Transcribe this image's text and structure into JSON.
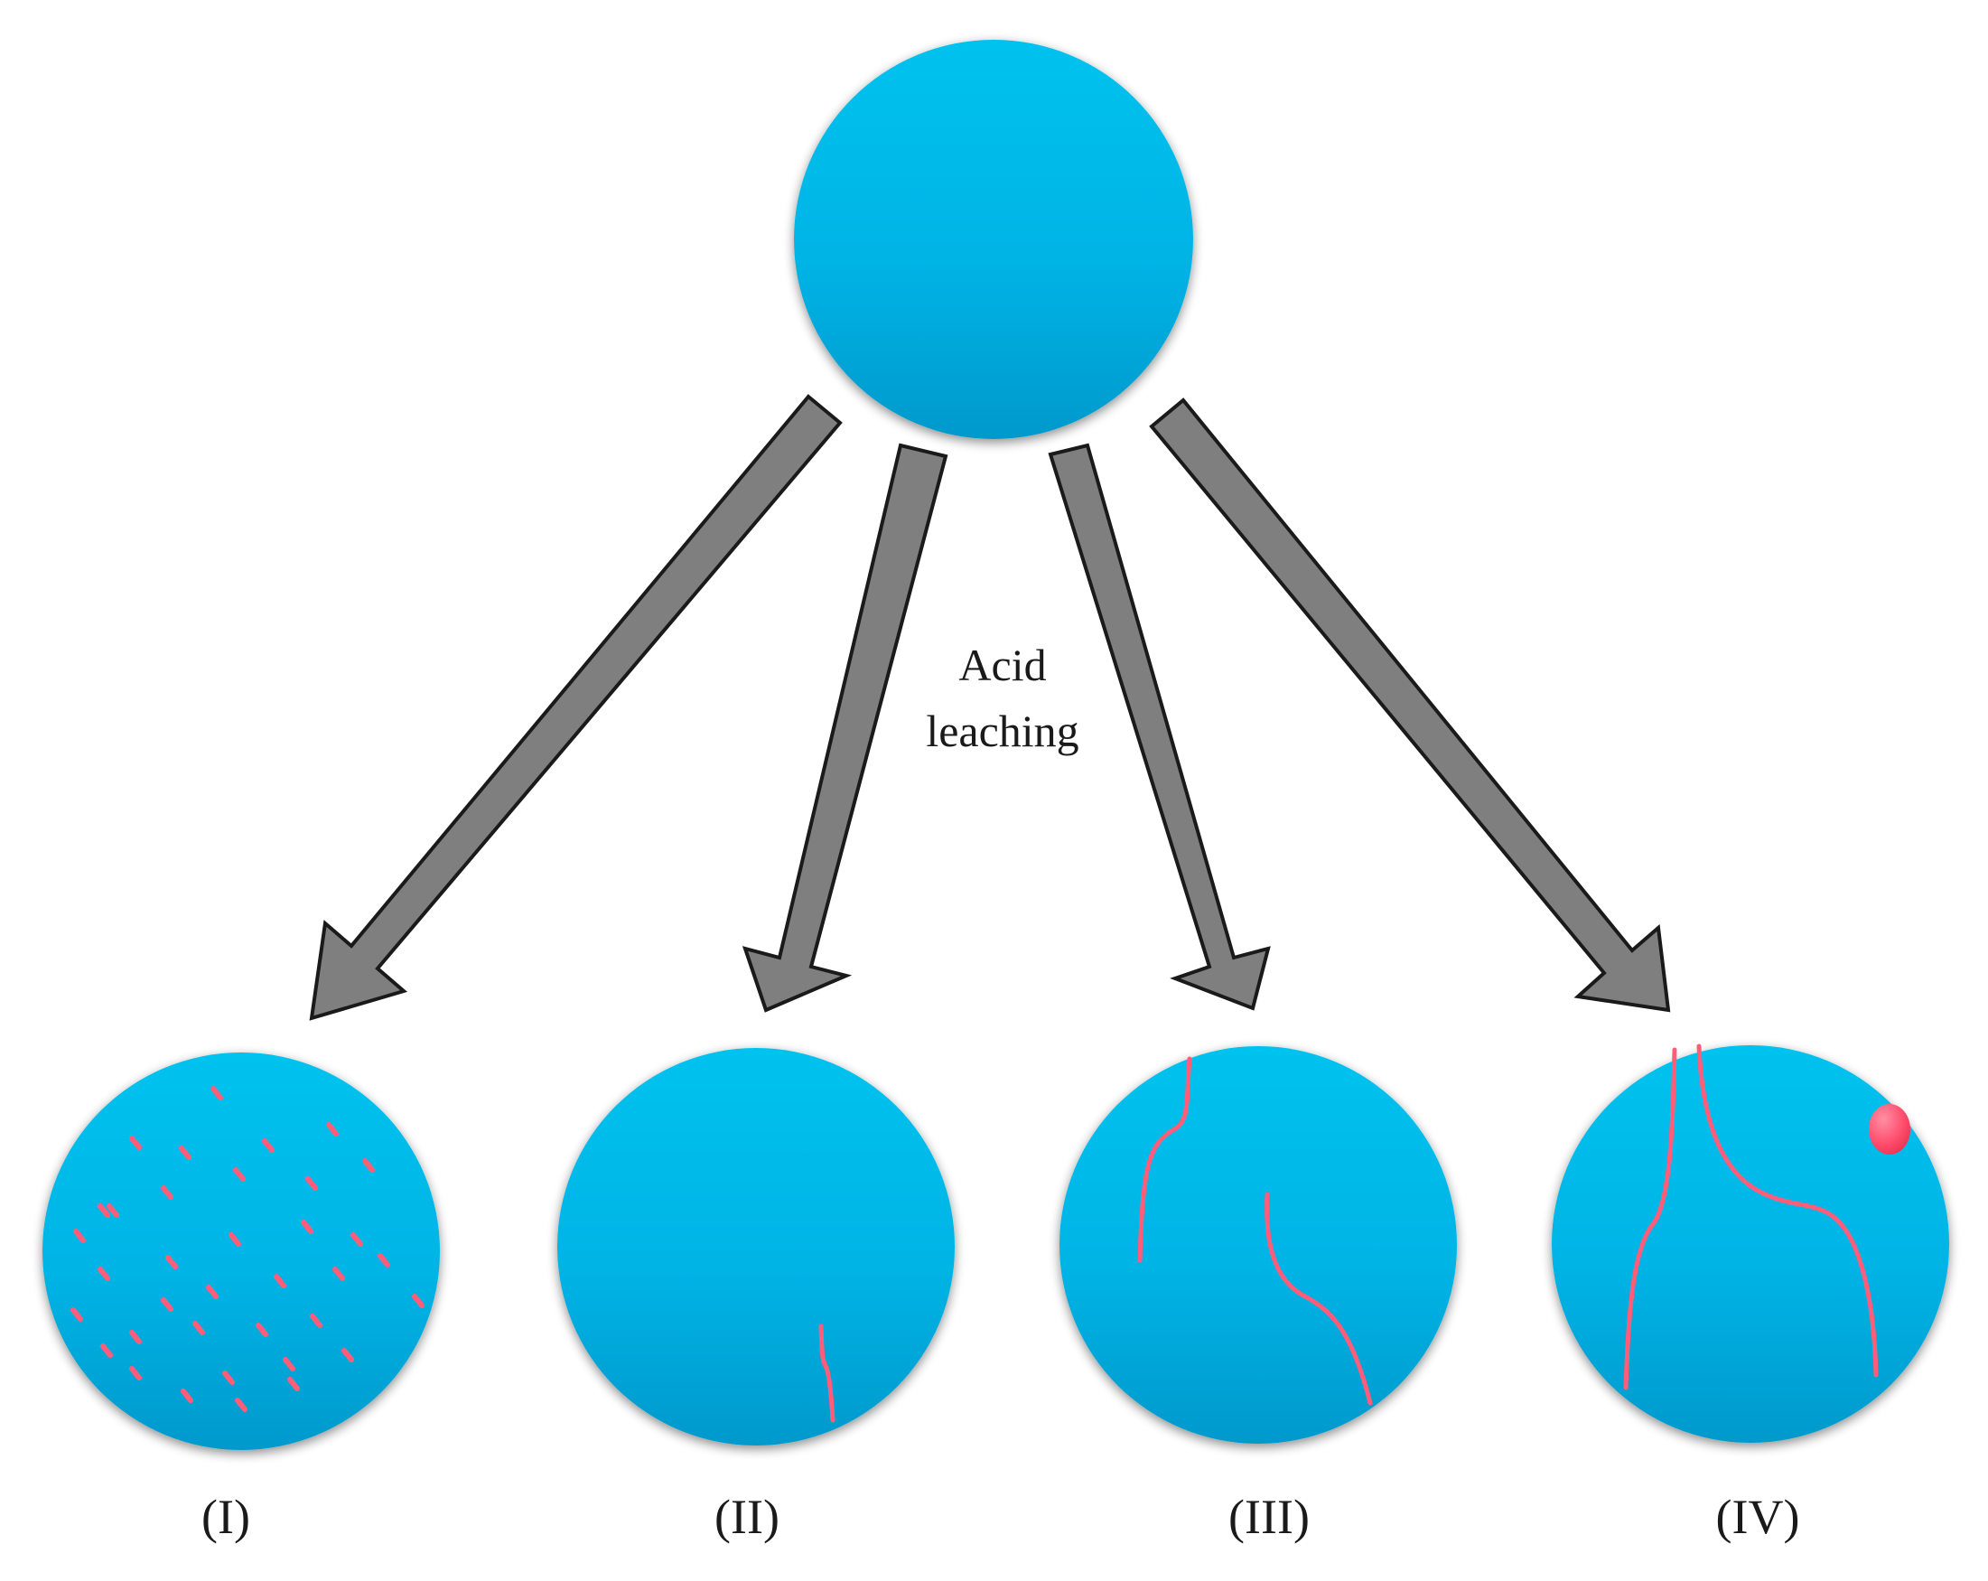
{
  "diagram": {
    "center_label_lines": [
      "Acid",
      "leaching"
    ],
    "panels": [
      {
        "label": "(I)"
      },
      {
        "label": "(II)"
      },
      {
        "label": "(III)"
      },
      {
        "label": "(IV)"
      }
    ],
    "colors": {
      "particle": "#00b4e6",
      "particle_highlight": "#00c2ee",
      "particle_shadow": "#0099cc",
      "crack": "#ff5d7a",
      "arrow_fill": "#7f7f7f",
      "arrow_stroke": "#1a1a1a",
      "label": "#1a1a1a"
    }
  }
}
